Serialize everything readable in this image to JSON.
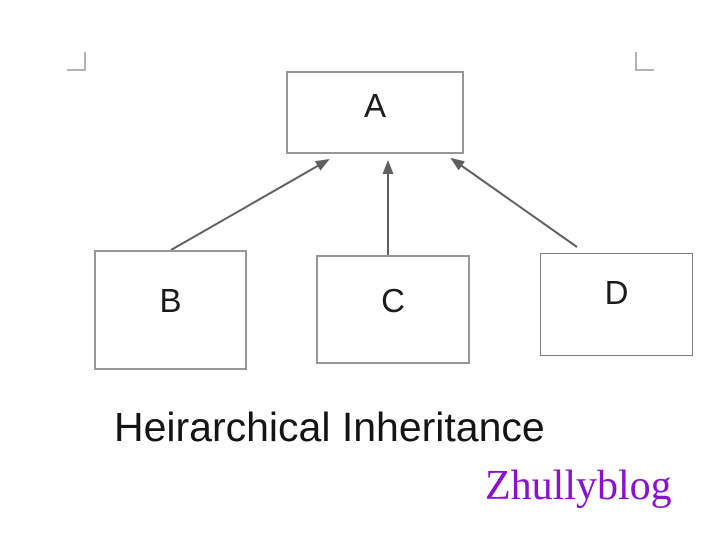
{
  "diagram": {
    "caption": "Heirarchical Inheritance",
    "watermark": "Zhullyblog",
    "nodes": [
      {
        "label": "A",
        "role": "parent-class"
      },
      {
        "label": "B",
        "role": "child-class"
      },
      {
        "label": "C",
        "role": "child-class"
      },
      {
        "label": "D",
        "role": "child-class"
      }
    ],
    "edges": [
      {
        "from": "B",
        "to": "A"
      },
      {
        "from": "C",
        "to": "A"
      },
      {
        "from": "D",
        "to": "A"
      }
    ]
  },
  "colors": {
    "background": "#ffffff",
    "box_border": "#979797",
    "box_border_d": "#7f7f7f",
    "arrow": "#5f5f5f",
    "node_text": "#1b1b1b",
    "caption_text": "#141414",
    "watermark_text": "#8b10d0",
    "margin_mark": "#b4b4b4"
  }
}
